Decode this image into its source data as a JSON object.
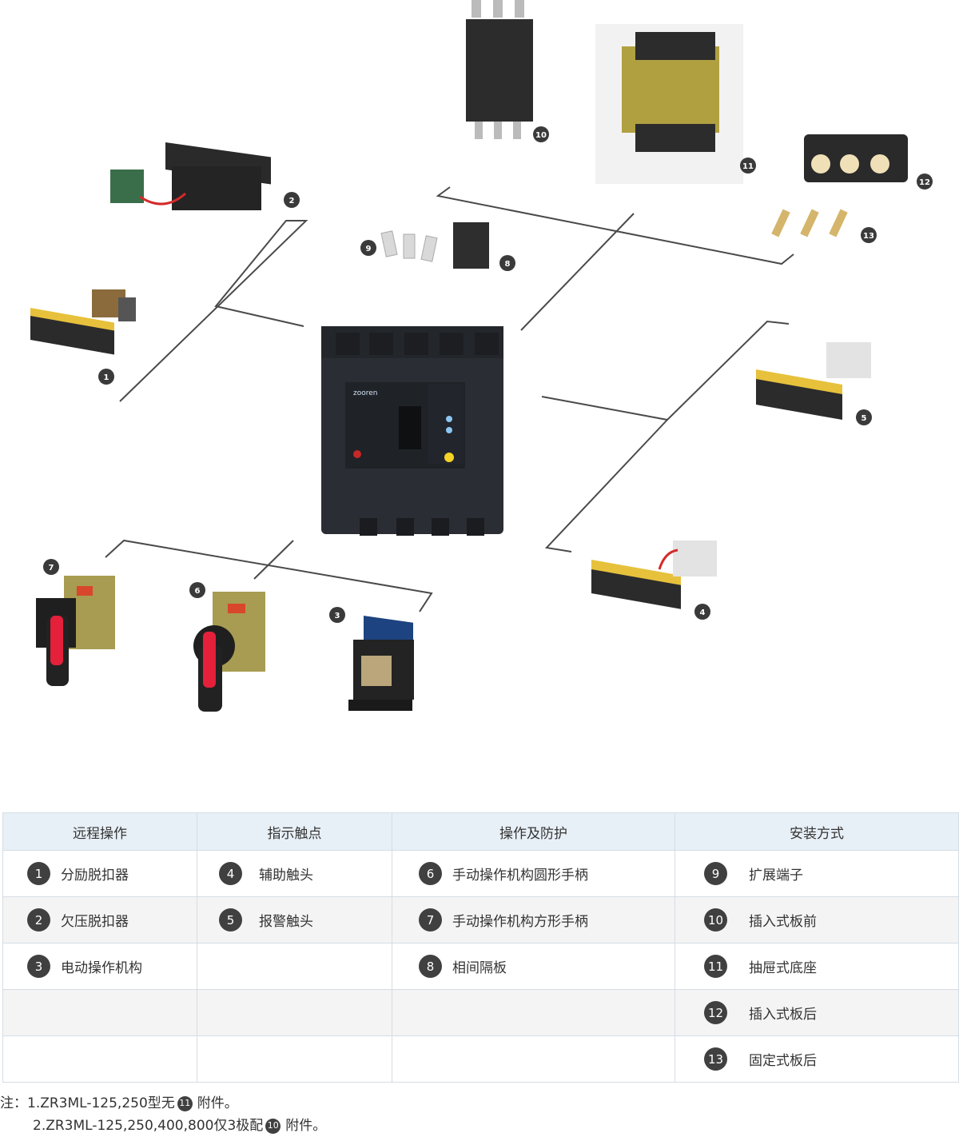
{
  "brand": "zooren",
  "callouts": [
    "1",
    "2",
    "3",
    "4",
    "5",
    "6",
    "7",
    "8",
    "9",
    "10",
    "11",
    "12",
    "13"
  ],
  "table": {
    "headers": [
      "远程操作",
      "指示触点",
      "操作及防护",
      "安装方式"
    ],
    "rows": [
      [
        {
          "num": "1",
          "label": "分励脱扣器"
        },
        {
          "num": "4",
          "label": "辅助触头"
        },
        {
          "num": "6",
          "label": "手动操作机构圆形手柄"
        },
        {
          "num": "9",
          "label": "扩展端子"
        }
      ],
      [
        {
          "num": "2",
          "label": "欠压脱扣器"
        },
        {
          "num": "5",
          "label": "报警触头"
        },
        {
          "num": "7",
          "label": "手动操作机构方形手柄"
        },
        {
          "num": "10",
          "label": "插入式板前"
        }
      ],
      [
        {
          "num": "3",
          "label": "电动操作机构"
        },
        null,
        {
          "num": "8",
          "label": "相间隔板"
        },
        {
          "num": "11",
          "label": "抽屉式底座"
        }
      ],
      [
        null,
        null,
        null,
        {
          "num": "12",
          "label": "插入式板后"
        }
      ],
      [
        null,
        null,
        null,
        {
          "num": "13",
          "label": "固定式板后"
        }
      ]
    ]
  },
  "notes": {
    "prefix": "注：",
    "line1_a": "1.ZR3ML-125,250型无",
    "line1_num": "11",
    "line1_b": "附件。",
    "line2_a": "2.ZR3ML-125,250,400,800仅3极配",
    "line2_num": "10",
    "line2_b": "附件。"
  }
}
